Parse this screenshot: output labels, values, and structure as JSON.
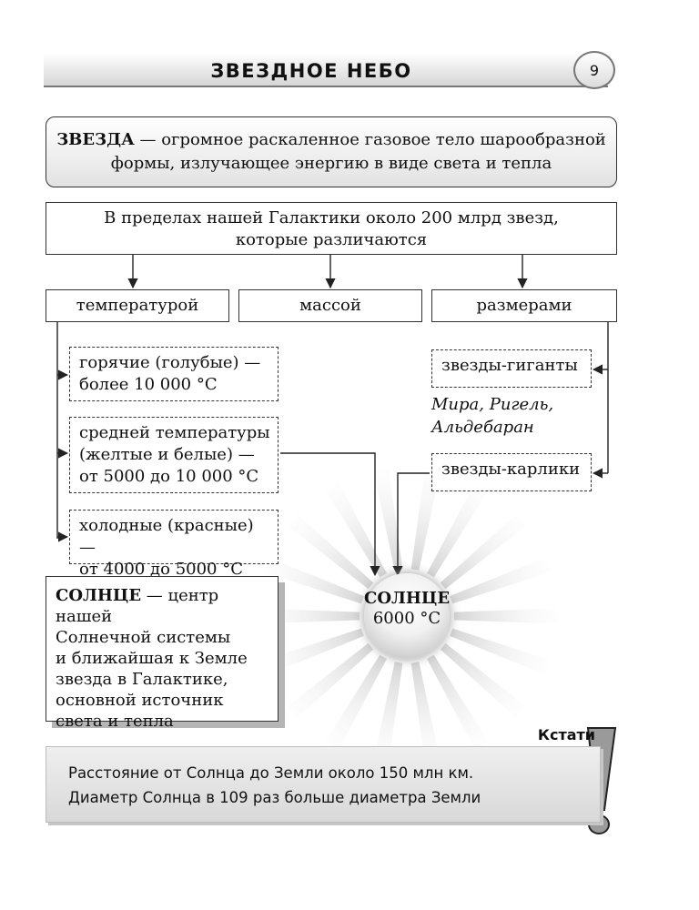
{
  "header": {
    "title": "ЗВЕЗДНОЕ НЕБО",
    "page_number": "9"
  },
  "definition": {
    "term": "ЗВЕЗДА",
    "text_line1": " — огромное раскаленное газовое тело шарообразной",
    "text_line2": "формы, излучающее энергию в виде света и тепла"
  },
  "galaxy": {
    "line1": "В пределах нашей Галактики около 200 млрд звезд,",
    "line2": "которые различаются"
  },
  "categories": {
    "temperature": "температурой",
    "mass": "массой",
    "size": "размерами"
  },
  "temperature_types": {
    "hot": {
      "line1": "горячие (голубые) —",
      "line2": "более 10 000 °С"
    },
    "medium": {
      "line1": "средней температуры",
      "line2": "(желтые и белые) —",
      "line3": "от 5000 до 10 000 °С"
    },
    "cold": {
      "line1": "холодные (красные) —",
      "line2": "от 4000 до 5000 °С"
    }
  },
  "size_types": {
    "giants": "звезды-гиганты",
    "examples_line1": "Мира, Ригель,",
    "examples_line2": "Альдебаран",
    "dwarfs": "звезды-карлики"
  },
  "sun_definition": {
    "term": "СОЛНЦЕ",
    "line1": " — центр нашей",
    "line2": "Солнечной системы",
    "line3": "и ближайшая к Земле",
    "line4": "звезда в Галактике,",
    "line5": "основной источник",
    "line6": "света и тепла"
  },
  "sun": {
    "label": "СОЛНЦЕ",
    "temperature": "6000 °С"
  },
  "note": {
    "label": "Кстати",
    "line1": "Расстояние от Солнца до Земли около 150 млн км.",
    "line2": "Диаметр Солнца в 109 раз больше диаметра Земли"
  },
  "colors": {
    "border": "#333333",
    "shade": "#b5b5b5",
    "note_bg": "#e2e2e2"
  }
}
